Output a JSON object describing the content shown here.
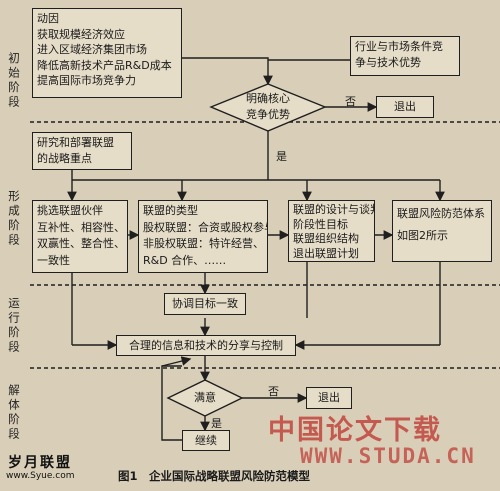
{
  "stages": [
    "初始阶段",
    "形成阶段",
    "运行阶段",
    "解体阶段"
  ],
  "motives": {
    "title": "动因",
    "items": [
      "获取规模经济效应",
      "进入区域经济集团市场",
      "降低高新技术产品R&D成本",
      "提高国际市场竞争力"
    ]
  },
  "industry_box": [
    "行业与市场条件竞",
    "争与技术优势"
  ],
  "core_decision": [
    "明确核心",
    "竞争优势"
  ],
  "exit_label": "退出",
  "yes_label": "是",
  "no_label": "否",
  "research_box": [
    "研究和部署联盟",
    "的战略重点"
  ],
  "partner_box": [
    "挑选联盟伙伴",
    "互补性、相容性、",
    "双赢性、整合性、",
    "一致性"
  ],
  "type_box": [
    "联盟的类型",
    "股权联盟：合资或股权参与",
    "非股权联盟：特许经营、",
    "R&D 合作、……"
  ],
  "design_box": [
    "联盟的设计与谈判",
    "阶段性目标",
    "联盟组织结构",
    "退出联盟计划"
  ],
  "risk_box": [
    "联盟风险防范体系",
    "如图2所示"
  ],
  "coord_box": "协调目标一致",
  "share_box": "合理的信息和技术的分享与控制",
  "satisfied": "满意",
  "continue_box": "继续",
  "caption": "图1　企业国际战略联盟风险防范模型",
  "watermarks": {
    "cn_brand": "中国论文下载",
    "url": "WWW.STUDA.CN",
    "logo": "岁月联盟",
    "logo_url": "www.Syue.com"
  },
  "colors": {
    "watermark": "#c0403a",
    "line": "#1f1f1f",
    "box_fill": "#e6ddc8",
    "background": "#d9cfb8"
  }
}
